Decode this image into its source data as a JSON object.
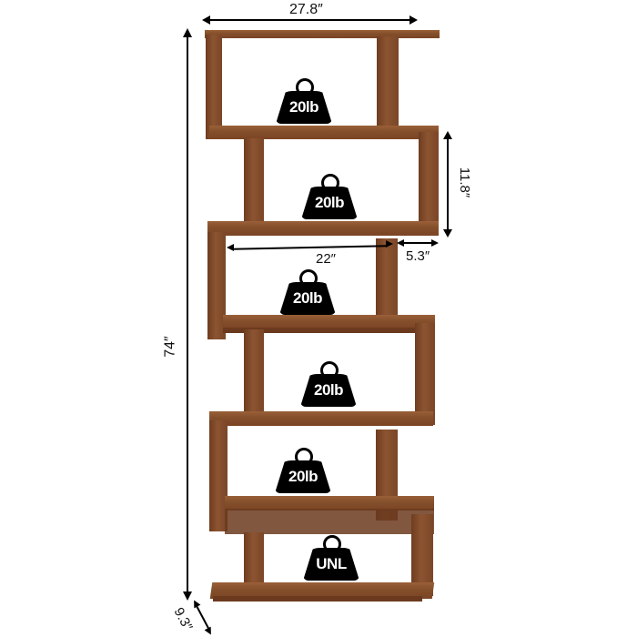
{
  "product": {
    "type": "S-shaped 6-tier bookshelf",
    "finish_colors": {
      "wood_primary": "#85502c",
      "wood_dark": "#6b3a1e",
      "wood_light": "#9a6038",
      "icon": "#000000",
      "icon_text": "#ffffff"
    }
  },
  "dimensions": {
    "overall_width": "27.8″",
    "overall_height": "74″",
    "depth": "9.3″",
    "tier_height": "11.8″",
    "inner_width": "22″",
    "side_offset": "5.3″"
  },
  "load_ratings": [
    {
      "tier": 1,
      "label": "20lb"
    },
    {
      "tier": 2,
      "label": "20lb"
    },
    {
      "tier": 3,
      "label": "20lb"
    },
    {
      "tier": 4,
      "label": "20lb"
    },
    {
      "tier": 5,
      "label": "20lb"
    },
    {
      "tier": 6,
      "label": "UNL"
    }
  ]
}
